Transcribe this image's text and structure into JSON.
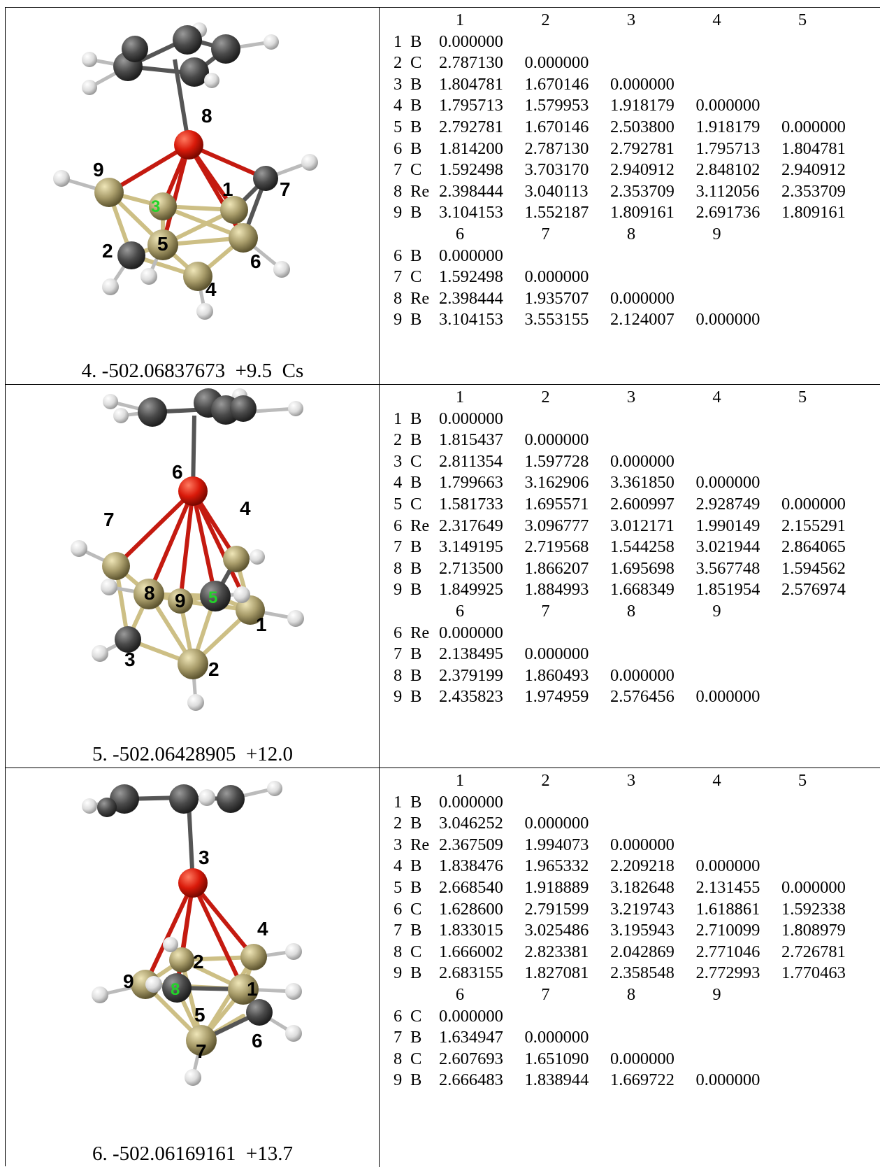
{
  "rows": [
    {
      "caption": "4. -502.06837673  +9.5  Cs",
      "col_headers_1": [
        "1",
        "2",
        "3",
        "4",
        "5"
      ],
      "matrix_1": [
        {
          "idx": "1",
          "el": "B",
          "vals": [
            "0.000000"
          ]
        },
        {
          "idx": "2",
          "el": "C",
          "vals": [
            "2.787130",
            "0.000000"
          ]
        },
        {
          "idx": "3",
          "el": "B",
          "vals": [
            "1.804781",
            "1.670146",
            "0.000000"
          ]
        },
        {
          "idx": "4",
          "el": "B",
          "vals": [
            "1.795713",
            "1.579953",
            "1.918179",
            "0.000000"
          ]
        },
        {
          "idx": "5",
          "el": "B",
          "vals": [
            "2.792781",
            "1.670146",
            "2.503800",
            "1.918179",
            "0.000000"
          ]
        },
        {
          "idx": "6",
          "el": "B",
          "vals": [
            "1.814200",
            "2.787130",
            "2.792781",
            "1.795713",
            "1.804781"
          ]
        },
        {
          "idx": "7",
          "el": "C",
          "vals": [
            "1.592498",
            "3.703170",
            "2.940912",
            "2.848102",
            "2.940912"
          ]
        },
        {
          "idx": "8",
          "el": "Re",
          "vals": [
            "2.398444",
            "3.040113",
            "2.353709",
            "3.112056",
            "2.353709"
          ]
        },
        {
          "idx": "9",
          "el": "B",
          "vals": [
            "3.104153",
            "1.552187",
            "1.809161",
            "2.691736",
            "1.809161"
          ]
        }
      ],
      "col_headers_2": [
        "6",
        "7",
        "8",
        "9"
      ],
      "matrix_2": [
        {
          "idx": "6",
          "el": "B",
          "vals": [
            "0.000000"
          ]
        },
        {
          "idx": "7",
          "el": "C",
          "vals": [
            "1.592498",
            "0.000000"
          ]
        },
        {
          "idx": "8",
          "el": "Re",
          "vals": [
            "2.398444",
            "1.935707",
            "0.000000"
          ]
        },
        {
          "idx": "9",
          "el": "B",
          "vals": [
            "3.104153",
            "3.553155",
            "2.124007",
            "0.000000"
          ]
        }
      ],
      "atom_labels": [
        "8",
        "9",
        "1",
        "7",
        "3",
        "5",
        "2",
        "6",
        "4"
      ]
    },
    {
      "caption": "5. -502.06428905  +12.0",
      "col_headers_1": [
        "1",
        "2",
        "3",
        "4",
        "5"
      ],
      "matrix_1": [
        {
          "idx": "1",
          "el": "B",
          "vals": [
            "0.000000"
          ]
        },
        {
          "idx": "2",
          "el": "B",
          "vals": [
            "1.815437",
            "0.000000"
          ]
        },
        {
          "idx": "3",
          "el": "C",
          "vals": [
            "2.811354",
            "1.597728",
            "0.000000"
          ]
        },
        {
          "idx": "4",
          "el": "B",
          "vals": [
            "1.799663",
            "3.162906",
            "3.361850",
            "0.000000"
          ]
        },
        {
          "idx": "5",
          "el": "C",
          "vals": [
            "1.581733",
            "1.695571",
            "2.600997",
            "2.928749",
            "0.000000"
          ]
        },
        {
          "idx": "6",
          "el": "Re",
          "vals": [
            "2.317649",
            "3.096777",
            "3.012171",
            "1.990149",
            "2.155291"
          ]
        },
        {
          "idx": "7",
          "el": "B",
          "vals": [
            "3.149195",
            "2.719568",
            "1.544258",
            "3.021944",
            "2.864065"
          ]
        },
        {
          "idx": "8",
          "el": "B",
          "vals": [
            "2.713500",
            "1.866207",
            "1.695698",
            "3.567748",
            "1.594562"
          ]
        },
        {
          "idx": "9",
          "el": "B",
          "vals": [
            "1.849925",
            "1.884993",
            "1.668349",
            "1.851954",
            "2.576974"
          ]
        }
      ],
      "col_headers_2": [
        "6",
        "7",
        "8",
        "9"
      ],
      "matrix_2": [
        {
          "idx": "6",
          "el": "Re",
          "vals": [
            "0.000000"
          ]
        },
        {
          "idx": "7",
          "el": "B",
          "vals": [
            "2.138495",
            "0.000000"
          ]
        },
        {
          "idx": "8",
          "el": "B",
          "vals": [
            "2.379199",
            "1.860493",
            "0.000000"
          ]
        },
        {
          "idx": "9",
          "el": "B",
          "vals": [
            "2.435823",
            "1.974959",
            "2.576456",
            "0.000000"
          ]
        }
      ],
      "atom_labels": [
        "6",
        "7",
        "4",
        "8",
        "5",
        "9",
        "1",
        "3",
        "2"
      ]
    },
    {
      "caption": "6. -502.06169161  +13.7",
      "col_headers_1": [
        "1",
        "2",
        "3",
        "4",
        "5"
      ],
      "matrix_1": [
        {
          "idx": "1",
          "el": "B",
          "vals": [
            "0.000000"
          ]
        },
        {
          "idx": "2",
          "el": "B",
          "vals": [
            "3.046252",
            "0.000000"
          ]
        },
        {
          "idx": "3",
          "el": "Re",
          "vals": [
            "2.367509",
            "1.994073",
            "0.000000"
          ]
        },
        {
          "idx": "4",
          "el": "B",
          "vals": [
            "1.838476",
            "1.965332",
            "2.209218",
            "0.000000"
          ]
        },
        {
          "idx": "5",
          "el": "B",
          "vals": [
            "2.668540",
            "1.918889",
            "3.182648",
            "2.131455",
            "0.000000"
          ]
        },
        {
          "idx": "6",
          "el": "C",
          "vals": [
            "1.628600",
            "2.791599",
            "3.219743",
            "1.618861",
            "1.592338"
          ]
        },
        {
          "idx": "7",
          "el": "B",
          "vals": [
            "1.833015",
            "3.025486",
            "3.195943",
            "2.710099",
            "1.808979"
          ]
        },
        {
          "idx": "8",
          "el": "C",
          "vals": [
            "1.666002",
            "2.823381",
            "2.042869",
            "2.771046",
            "2.726781"
          ]
        },
        {
          "idx": "9",
          "el": "B",
          "vals": [
            "2.683155",
            "1.827081",
            "2.358548",
            "2.772993",
            "1.770463"
          ]
        }
      ],
      "col_headers_2": [
        "6",
        "7",
        "8",
        "9"
      ],
      "matrix_2": [
        {
          "idx": "6",
          "el": "C",
          "vals": [
            "0.000000"
          ]
        },
        {
          "idx": "7",
          "el": "B",
          "vals": [
            "1.634947",
            "0.000000"
          ]
        },
        {
          "idx": "8",
          "el": "C",
          "vals": [
            "2.607693",
            "1.651090",
            "0.000000"
          ]
        },
        {
          "idx": "9",
          "el": "B",
          "vals": [
            "2.666483",
            "1.838944",
            "1.669722",
            "0.000000"
          ]
        }
      ],
      "atom_labels": [
        "3",
        "4",
        "2",
        "9",
        "1",
        "8",
        "5",
        "6",
        "7"
      ]
    }
  ],
  "colors": {
    "boron": "#a89c6a",
    "carbon": "#4a4a4a",
    "hydrogen": "#e6e6e6",
    "rhenium": "#d91a0a",
    "re_bond": "#c41a10",
    "label_green": "#22d32a"
  }
}
